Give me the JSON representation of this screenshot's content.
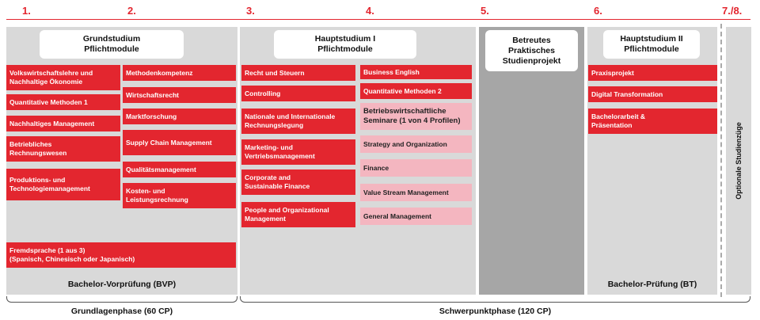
{
  "semesters": [
    "1.",
    "2.",
    "3.",
    "4.",
    "5.",
    "6.",
    "7./8."
  ],
  "grund": {
    "title1": "Grundstudium",
    "title2": "Pflichtmodule",
    "col1": [
      [
        "Volkswirtschaftslehre und",
        "Nachhaltige Ökonomie"
      ],
      [
        "Quantitative Methoden 1",
        ""
      ],
      [
        "Nachhaltiges Management",
        ""
      ],
      [
        "Betriebliches",
        "Rechnungswesen"
      ],
      [
        "Produktions- und",
        "Technologiemanagement"
      ]
    ],
    "col2": [
      [
        "Methodenkompetenz",
        ""
      ],
      [
        "Wirtschaftsrecht",
        ""
      ],
      [
        "Marktforschung",
        ""
      ],
      [
        "Supply Chain Management",
        ""
      ],
      [
        "Qualitätsmanagement",
        ""
      ],
      [
        "Kosten- und",
        "Leistungsrechnung"
      ]
    ],
    "language1": "Fremdsprache (1 aus 3)",
    "language2": "(Spanisch, Chinesisch oder Japanisch)",
    "exam": "Bachelor-Vorprüfung (BVP)"
  },
  "haupt1": {
    "title1": "Hauptstudium I",
    "title2": "Pflichtmodule",
    "col1": [
      [
        "Recht und Steuern",
        ""
      ],
      [
        "Controlling",
        ""
      ],
      [
        "Nationale und Internationale",
        "Rechnungslegung"
      ],
      [
        "Marketing- und",
        "Vertriebsmanagement"
      ],
      [
        "Corporate and",
        "Sustainable Finance"
      ],
      [
        "People and Organizational",
        "Management"
      ]
    ],
    "col2": [
      [
        "Business English",
        ""
      ],
      [
        "Quantitative Methoden 2",
        ""
      ]
    ],
    "seminar1": "Betriebswirtschaftliche",
    "seminar2": "Seminare (1 von 4 Profilen)",
    "profiles": [
      "Strategy and Organization",
      "Finance",
      "Value Stream Management",
      "General Management"
    ]
  },
  "project": {
    "line1": "Betreutes",
    "line2": "Praktisches",
    "line3": "Studienprojekt"
  },
  "haupt2": {
    "title1": "Hauptstudium II",
    "title2": "Pflichtmodule",
    "modules": [
      [
        "Praxisprojekt",
        ""
      ],
      [
        "Digital Transformation",
        ""
      ],
      [
        "Bachelorarbeit &",
        "Präsentation"
      ]
    ],
    "exam": "Bachelor-Prüfung (BT)"
  },
  "optional": "Optionale Studienzüge",
  "phases": {
    "grund": "Grundlagenphase (60 CP)",
    "schwer": "Schwerpunktphase (120 CP)"
  },
  "colors": {
    "red": "#e3262f",
    "pink": "#f4b6c0",
    "panel": "#d9d9d9",
    "dark": "#a6a6a6"
  }
}
